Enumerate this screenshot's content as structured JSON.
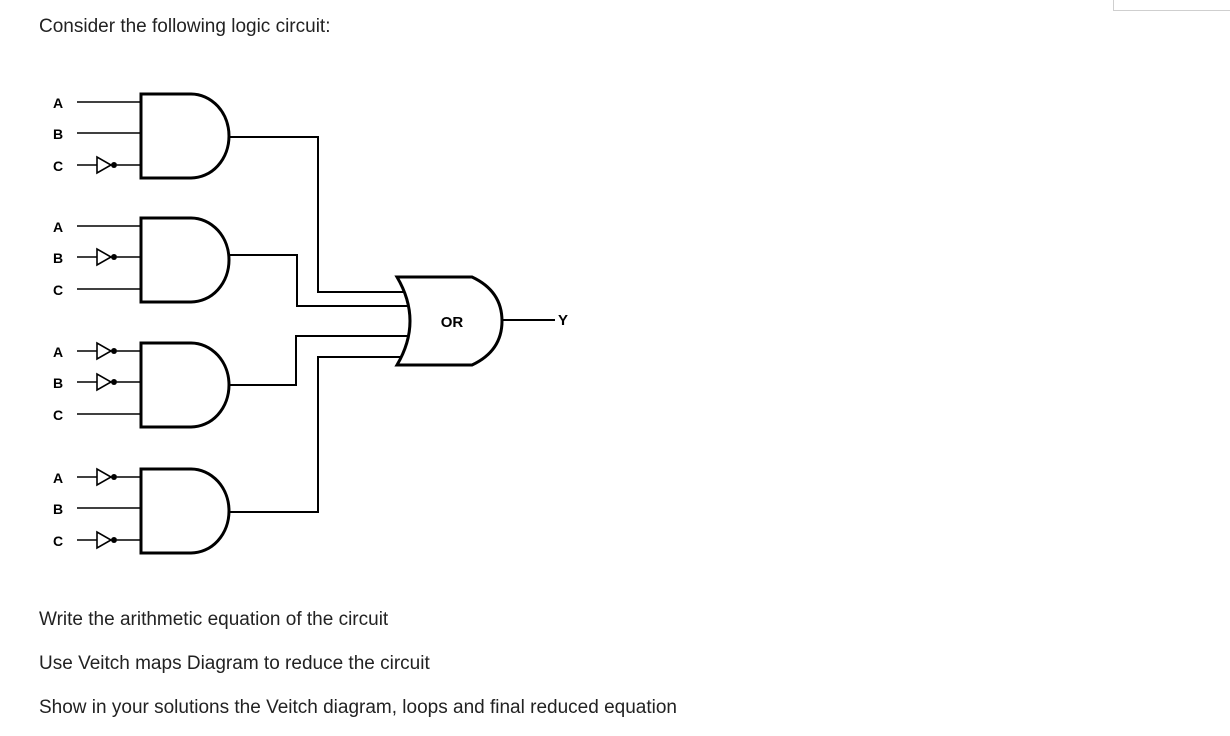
{
  "intro": "Consider the following logic circuit:",
  "diagram": {
    "gates": [
      {
        "inputs": [
          {
            "label": "A",
            "inverted": false
          },
          {
            "label": "B",
            "inverted": false
          },
          {
            "label": "C",
            "inverted": true
          }
        ]
      },
      {
        "inputs": [
          {
            "label": "A",
            "inverted": false
          },
          {
            "label": "B",
            "inverted": true
          },
          {
            "label": "C",
            "inverted": false
          }
        ]
      },
      {
        "inputs": [
          {
            "label": "A",
            "inverted": true
          },
          {
            "label": "B",
            "inverted": true
          },
          {
            "label": "C",
            "inverted": false
          }
        ]
      },
      {
        "inputs": [
          {
            "label": "A",
            "inverted": true
          },
          {
            "label": "B",
            "inverted": false
          },
          {
            "label": "C",
            "inverted": true
          }
        ]
      }
    ],
    "or_label": "OR",
    "output_label": "Y"
  },
  "tasks": [
    "Write the arithmetic equation of the circuit",
    "Use Veitch maps Diagram to reduce the circuit",
    "Show in your solutions the Veitch diagram, loops and final reduced equation"
  ]
}
